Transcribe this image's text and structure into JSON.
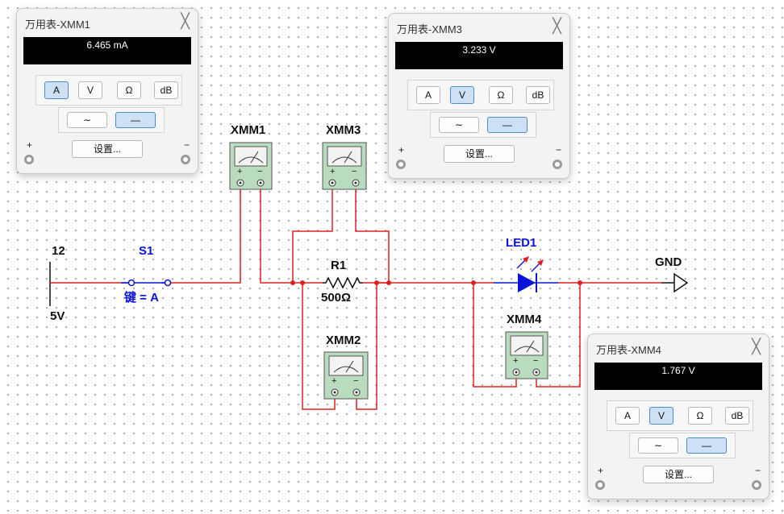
{
  "canvas": {
    "source_top_label": "12",
    "source_voltage": "5V",
    "switch_name": "S1",
    "switch_key": "键 = A",
    "resistor_name": "R1",
    "resistor_value": "500Ω",
    "led_name": "LED1",
    "ground_label": "GND",
    "meters": {
      "xmm1": "XMM1",
      "xmm2": "XMM2",
      "xmm3": "XMM3",
      "xmm4": "XMM4"
    },
    "wire_color": "#e02020",
    "component_color": "#0a14d8"
  },
  "windows": [
    {
      "title": "万用表-XMM1",
      "reading": "6.465 mA",
      "active_mode": "A",
      "active_coupling": "DC"
    },
    {
      "title": "万用表-XMM3",
      "reading": "3.233 V",
      "active_mode": "V",
      "active_coupling": "DC"
    },
    {
      "title": "万用表-XMM4",
      "reading": "1.767 V",
      "active_mode": "V",
      "active_coupling": "DC"
    }
  ],
  "meter_ui": {
    "close_glyph": "╳",
    "mode_buttons": [
      "A",
      "V",
      "Ω",
      "dB"
    ],
    "ac_symbol": "∼",
    "dc_symbol": "—",
    "settings_label": "设置...",
    "plus_sign": "+",
    "minus_sign": "−"
  }
}
